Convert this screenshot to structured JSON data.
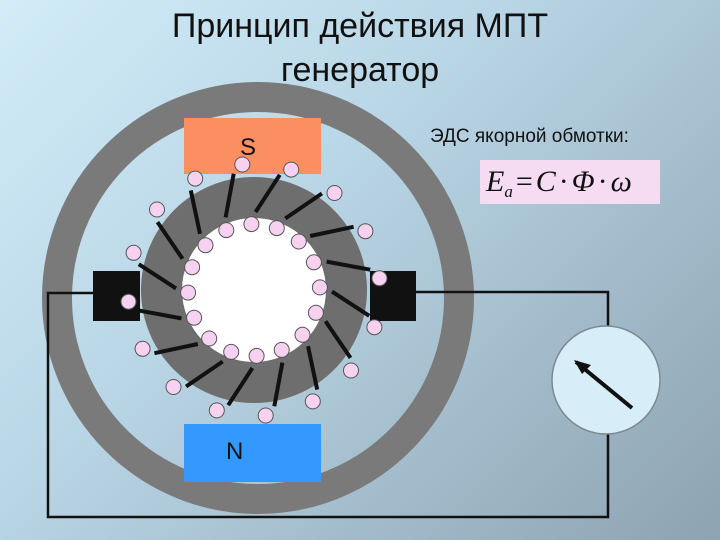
{
  "title": {
    "line1": "Принцип действия МПТ",
    "line2": "генератор"
  },
  "poles": {
    "south_label": "S",
    "north_label": "N",
    "south_color": "#fb8f62",
    "north_color": "#3399ff"
  },
  "emf": {
    "label": "ЭДС якорной обмотки:",
    "formula": {
      "E": "E",
      "sub": "a",
      "equals": "=",
      "C": "C",
      "dot1": "·",
      "Phi": "Φ",
      "dot2": "·",
      "omega": "ω"
    },
    "box_color": "#f6dcf3"
  },
  "colors": {
    "stator_ring": "#7a7a7a",
    "armature_ring": "#6e6e6e",
    "conductor_fill": "#f6d2f0",
    "meter_fill": "#d7edf7",
    "wire": "#111111"
  },
  "icons": {
    "meter": "voltmeter-icon"
  }
}
